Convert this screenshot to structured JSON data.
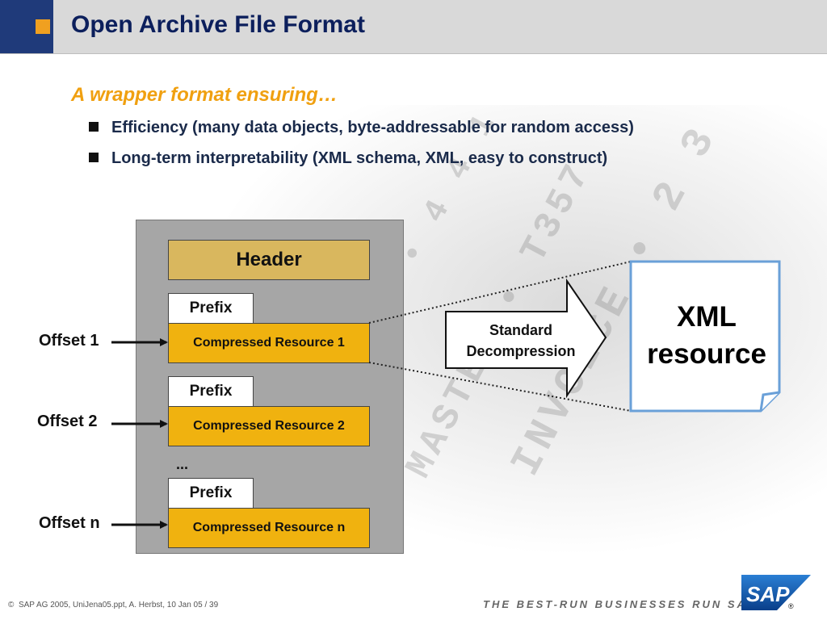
{
  "slide": {
    "title": "Open Archive File Format",
    "subtitle": "A wrapper format ensuring…",
    "bullets": [
      "Efficiency (many data objects, byte-addressable for random access)",
      "Long-term interpretability (XML schema, XML, easy to construct)"
    ]
  },
  "diagram": {
    "header": "Header",
    "blocks": [
      {
        "prefix": "Prefix",
        "resource": "Compressed Resource 1",
        "offset": "Offset 1"
      },
      {
        "prefix": "Prefix",
        "resource": "Compressed Resource 2",
        "offset": "Offset 2"
      },
      {
        "prefix": "Prefix",
        "resource": "Compressed Resource n",
        "offset": "Offset n"
      }
    ],
    "ellipsis": "...",
    "process": {
      "line1": "Standard",
      "line2": "Decompression"
    },
    "output": {
      "line1": "XML",
      "line2": "resource"
    }
  },
  "footer": {
    "copyright_symbol": "©",
    "copyright": "SAP AG 2005, UniJena05.ppt,  A. Herbst, 10 Jan 05 / 39",
    "slogan": "THE BEST-RUN BUSINESSES RUN SAP",
    "logo_text": "SAP",
    "logo_mark": "®"
  },
  "colors": {
    "title_bar_bg": "#d9d9d9",
    "title_accent_blue": "#1f3a7a",
    "title_accent_orange": "#f0a020",
    "subtitle": "#f0a010",
    "header_block": "#d9b75e",
    "resource_block": "#f0b20f",
    "archive_bg": "#a6a6a6",
    "xml_doc_border": "#6aa0d8"
  }
}
